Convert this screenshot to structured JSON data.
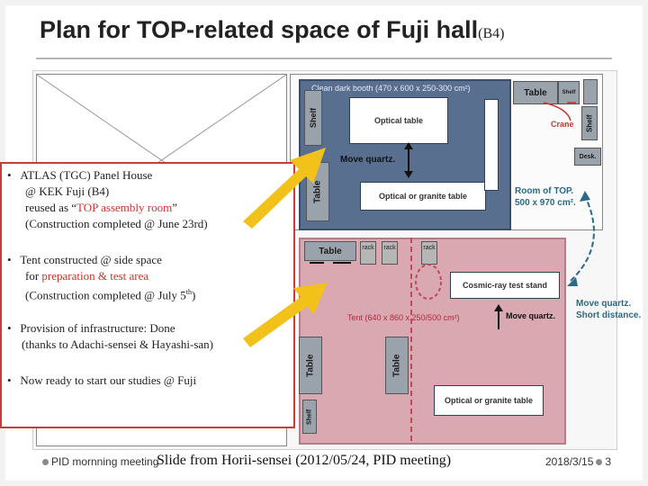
{
  "slide": {
    "title": "Plan for TOP-related space of Fuji hall",
    "title_suffix": "(B4)"
  },
  "floorplan": {
    "booth_label": "Clean dark booth (470 x 600 x 250-300 cm²)",
    "optical_table": "Optical table",
    "optical_granite_top": "Optical or granite table",
    "move_quartz_top": "Move quartz.",
    "shelf_left": "Shelf",
    "table_left": "Table",
    "table_top": "Table",
    "shelf_top": "Shelf",
    "shelf_right": "Shelf",
    "crane": "Crane",
    "desk": "Desk.",
    "room_top_line1": "Room of TOP.",
    "room_top_line2": "500 x 970 cm².",
    "tent_label": "Tent (640 x 860 x 250/500 cm²)",
    "table_tent_top": "Table",
    "rack1": "rack",
    "rack2": "rack",
    "rack3": "rack",
    "cosmic": "Cosmic-ray test stand",
    "move_quartz_tent": "Move quartz.",
    "table_tent_v1": "Table",
    "table_tent_v2": "Table",
    "shelf_tent": "Shelf",
    "optical_granite_tent": "Optical or granite table",
    "move_quartz_short_line1": "Move quartz.",
    "move_quartz_short_line2": "Short distance."
  },
  "bullets": {
    "b1_line1": "ATLAS (TGC) Panel House",
    "b1_line2": "@ KEK Fuji (B4)",
    "b1_line3_pre": "reused as “",
    "b1_line3_red": "TOP assembly room",
    "b1_line3_post": "”",
    "b1_line4": "(Construction completed @ June 23rd)",
    "b2_line1": "Tent constructed @ side space",
    "b2_line2_pre": "for ",
    "b2_line2_red": "preparation & test area",
    "b2_line3_pre": "(Construction completed @ July 5",
    "b2_line3_sup": "th",
    "b2_line3_post": ")",
    "b3_line1": "Provision of infrastructure: Done",
    "b3_line2": "(thanks to  Adachi-sensei & Hayashi-san)",
    "b4_line1": "Now ready to start our studies @ Fuji",
    "bullet_glyph": "•"
  },
  "footer": {
    "left": "PID mornning meeting",
    "center": "Slide from Horii-sensei (2012/05/24, PID meeting)",
    "date": "2018/3/15",
    "page": "3"
  },
  "colors": {
    "booth": "#596f8f",
    "tent": "#d9a8b1",
    "arrow": "#f2c21b",
    "border_red": "#c83c3c",
    "accent_teal": "#2a6a85"
  }
}
